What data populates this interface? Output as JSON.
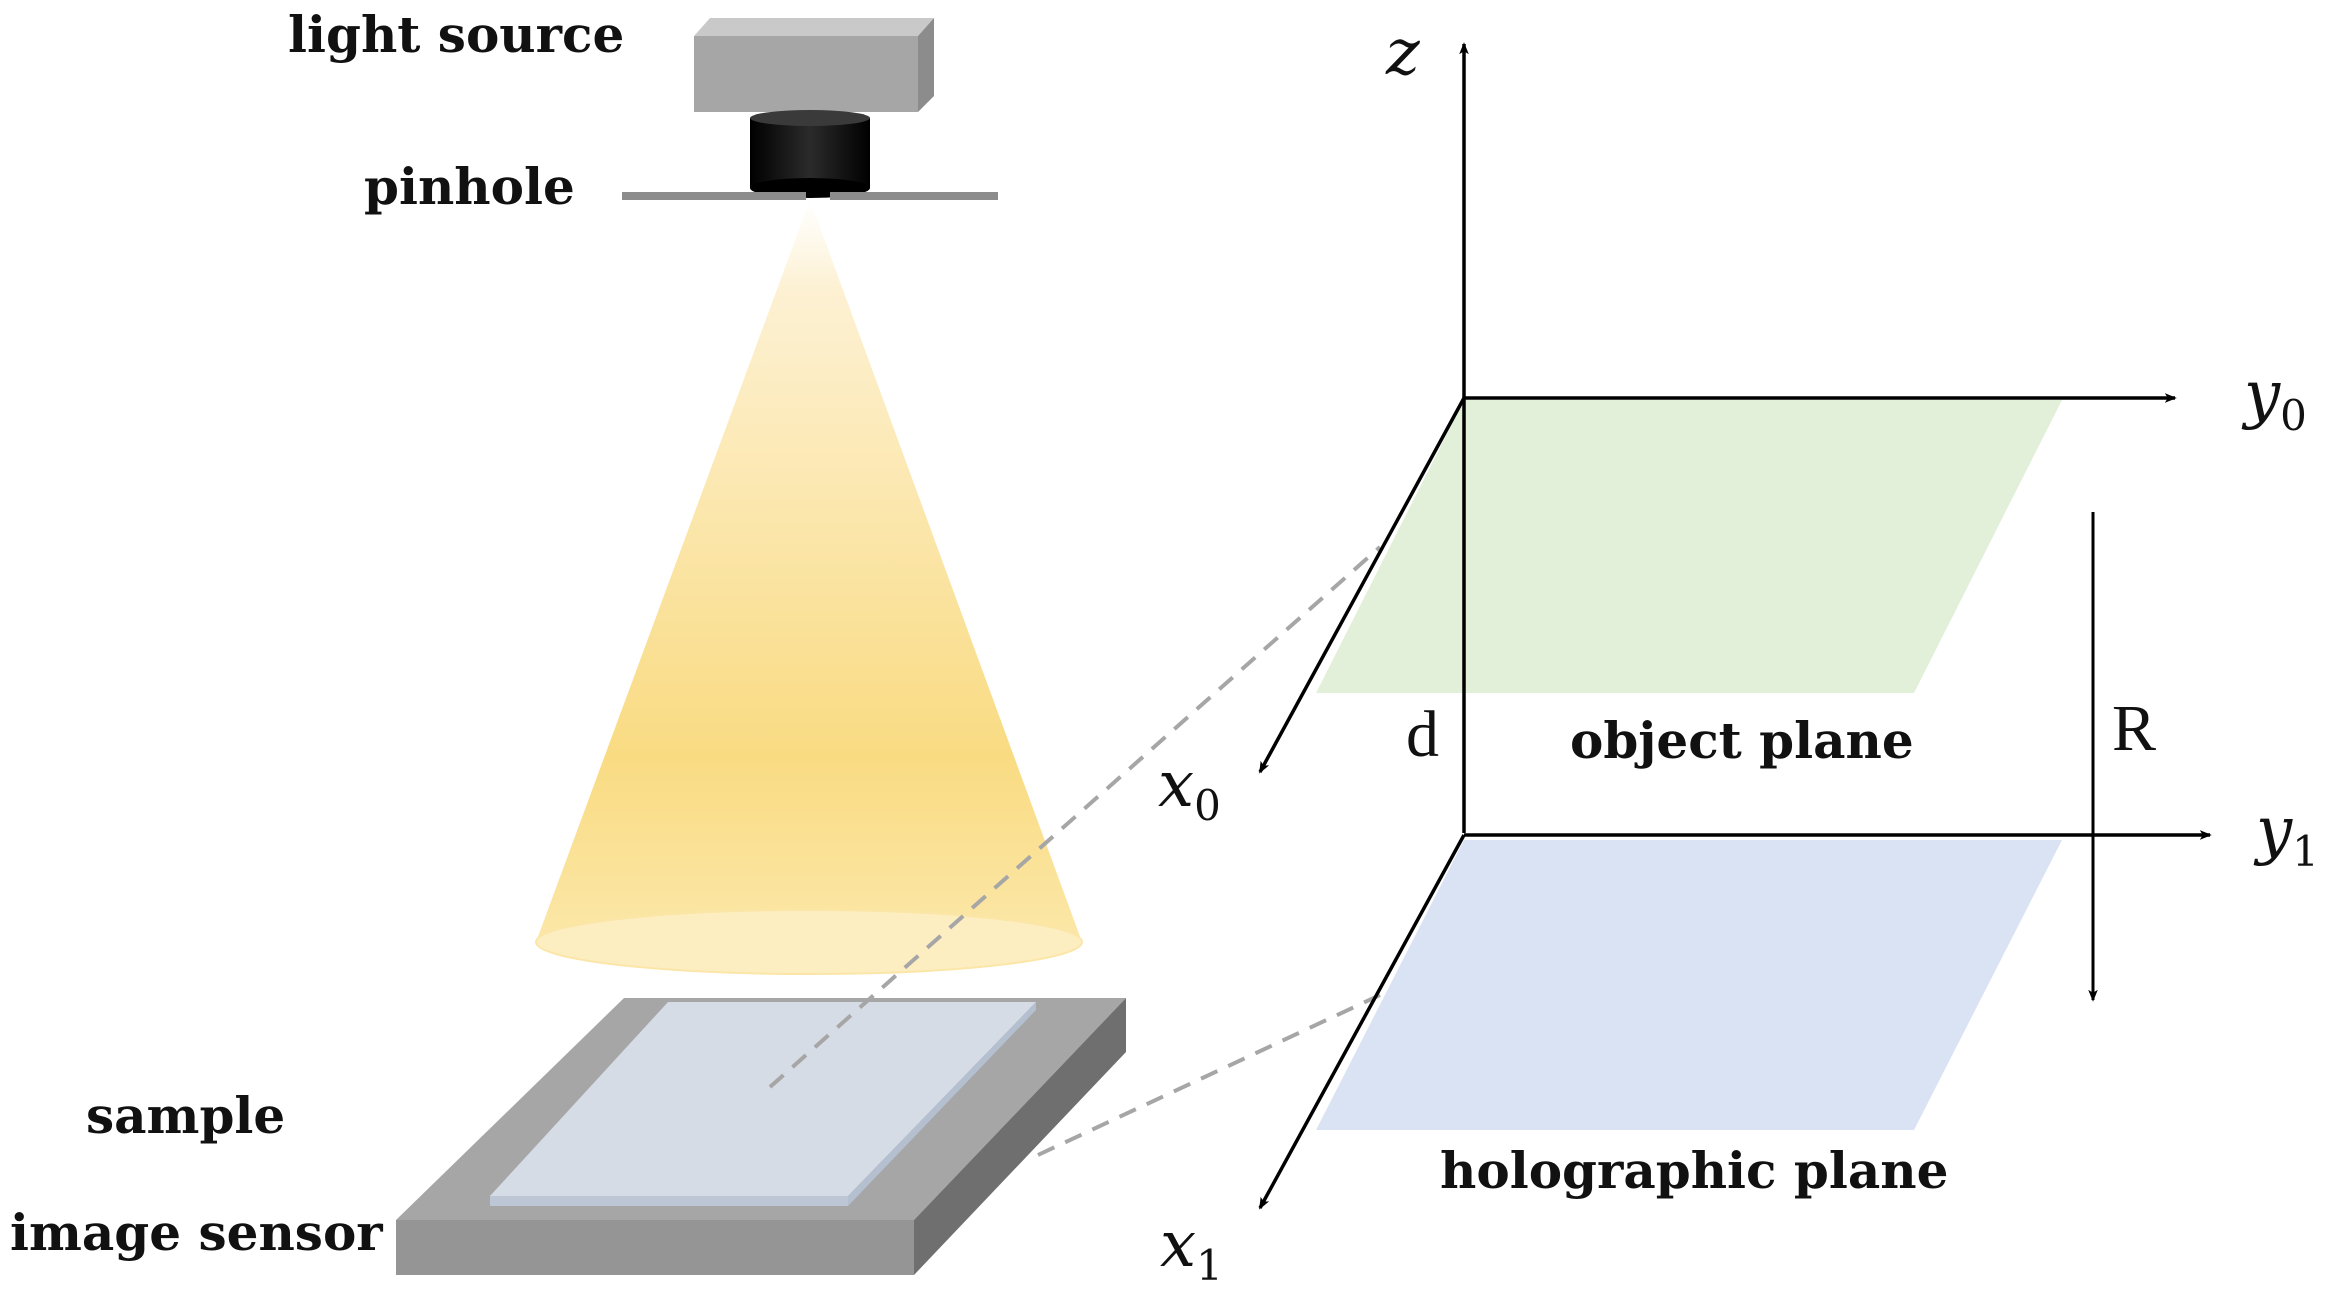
{
  "labels": {
    "light_source": "light source",
    "pinhole": "pinhole",
    "sample": "sample",
    "image_sensor": "image sensor",
    "object_plane": "object plane",
    "holographic_plane": "holographic plane",
    "d": "d",
    "R": "R"
  },
  "axes": {
    "z": "z",
    "y0": {
      "base": "y",
      "sub": "0"
    },
    "x0": {
      "base": "x",
      "sub": "0"
    },
    "y1": {
      "base": "y",
      "sub": "1"
    },
    "x1": {
      "base": "x",
      "sub": "1"
    }
  },
  "colors": {
    "light_cone_top": "#fdf3d9",
    "light_cone_bottom": "#f9d97a",
    "object_plane_fill": "#e2efd9",
    "holographic_plane_fill": "#dae3f3",
    "sensor_gray": "#a6a6a6",
    "sample_fill": "#d6dce5",
    "axis_color": "#000000",
    "dashed_guide": "#a6a6a6"
  }
}
